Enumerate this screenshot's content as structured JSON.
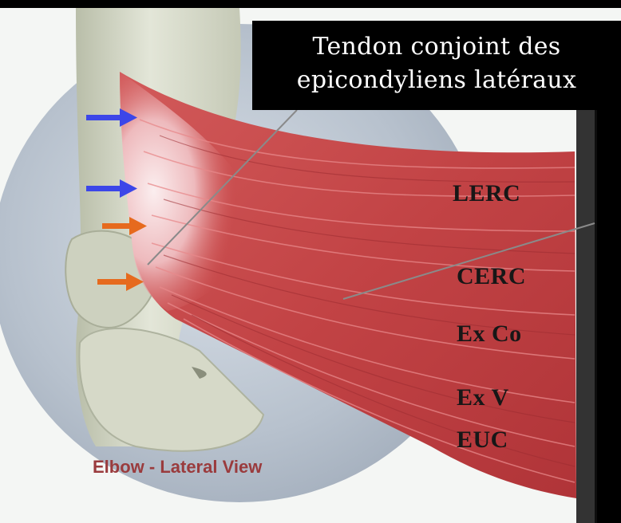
{
  "title": {
    "line1": "Tendon conjoint des",
    "line2": "epicondyliens latéraux"
  },
  "labels": {
    "lerc": "LERC",
    "cerc": "CERC",
    "exco": "Ex Co",
    "exv": "Ex V",
    "euc": "EUC"
  },
  "caption": "Elbow - Lateral View",
  "colors": {
    "muscle": "#c94a4c",
    "tendon": "#f1d0d2",
    "bone": "#d4d8c8",
    "arrow_blue": "#3c46e8",
    "arrow_orange": "#e66a1e",
    "caption": "#9a3b3d",
    "background_disc": "#b9c3cf"
  }
}
